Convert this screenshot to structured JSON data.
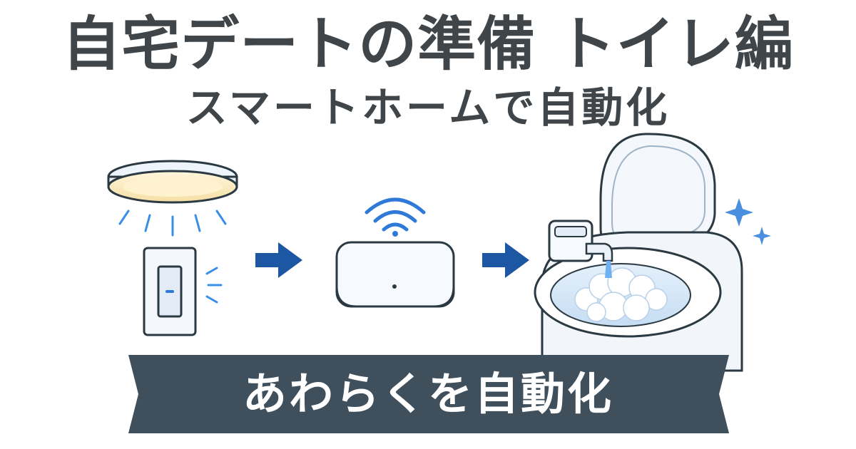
{
  "header": {
    "title": "自宅デートの準備 トイレ編",
    "subtitle": "スマートホームで自動化"
  },
  "banner": {
    "text": "あわらくを自動化"
  },
  "colors": {
    "text_dark": "#3f4548",
    "banner_bg": "#3f4f5c",
    "accent_blue": "#2f7ad8",
    "arrow_blue": "#1d56a3",
    "light_warm": "#fbe9b8",
    "water_blue": "#6fb1f0"
  },
  "icons": [
    "ceiling-light-icon",
    "wall-switch-icon",
    "smart-hub-icon",
    "wifi-icon",
    "toilet-icon",
    "sparkle-icon"
  ]
}
